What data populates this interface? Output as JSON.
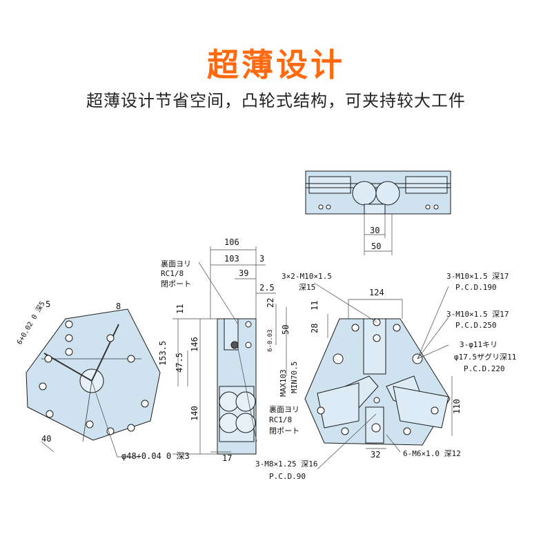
{
  "header": {
    "title": "超薄设计",
    "subtitle": "超薄设计节省空间，凸轮式结构，可夹持较大工件"
  },
  "top_view": {
    "dims": [
      "30",
      "50"
    ]
  },
  "left_view": {
    "angle_label": "5",
    "depth_label": "6+0.02 0 深5",
    "slot_label": "8",
    "width_label": "40",
    "bore_label": "φ48+0.04 0 深3"
  },
  "side_view": {
    "dims": {
      "d106": "106",
      "d103": "103",
      "d3": "3",
      "d39": "39",
      "d2_5": "2.5",
      "d22": "22",
      "d11": "11",
      "d50": "50",
      "d153_5": "153.5",
      "d47_5": "47.5",
      "d146": "146",
      "d140": "140",
      "d17": "17",
      "d6": "6-0.03",
      "max103": "MAX103",
      "min70_5": "MIN70.5"
    },
    "port_top": [
      "裏面ヨリ",
      "RC1/8",
      "閉ポート"
    ],
    "port_bottom": [
      "裏面ヨリ",
      "RC1/8",
      "閉ポート"
    ]
  },
  "right_view": {
    "dims": {
      "d124": "124",
      "d11": "11",
      "d28": "28",
      "d110": "110",
      "d32": "32"
    },
    "notes": {
      "n1a": "3×2-M10×1.5",
      "n1b": "深15",
      "n2a": "3-M10×1.5 深17",
      "n2b": "P.C.D.190",
      "n3a": "3-M10×1.5 深17",
      "n3b": "P.C.D.250",
      "n4a": "3-φ11キリ",
      "n4b": "φ17.5ザグリ深11",
      "n4c": "P.C.D.220",
      "n5a": "3-M8×1.25 深16",
      "n5b": "P.C.D.90",
      "n6": "6-M6×1.0 深12"
    }
  },
  "colors": {
    "title": "#ff6a10",
    "body_fill": "#cfe2f0",
    "line": "#1a1a1a",
    "dim_line": "#444444"
  }
}
